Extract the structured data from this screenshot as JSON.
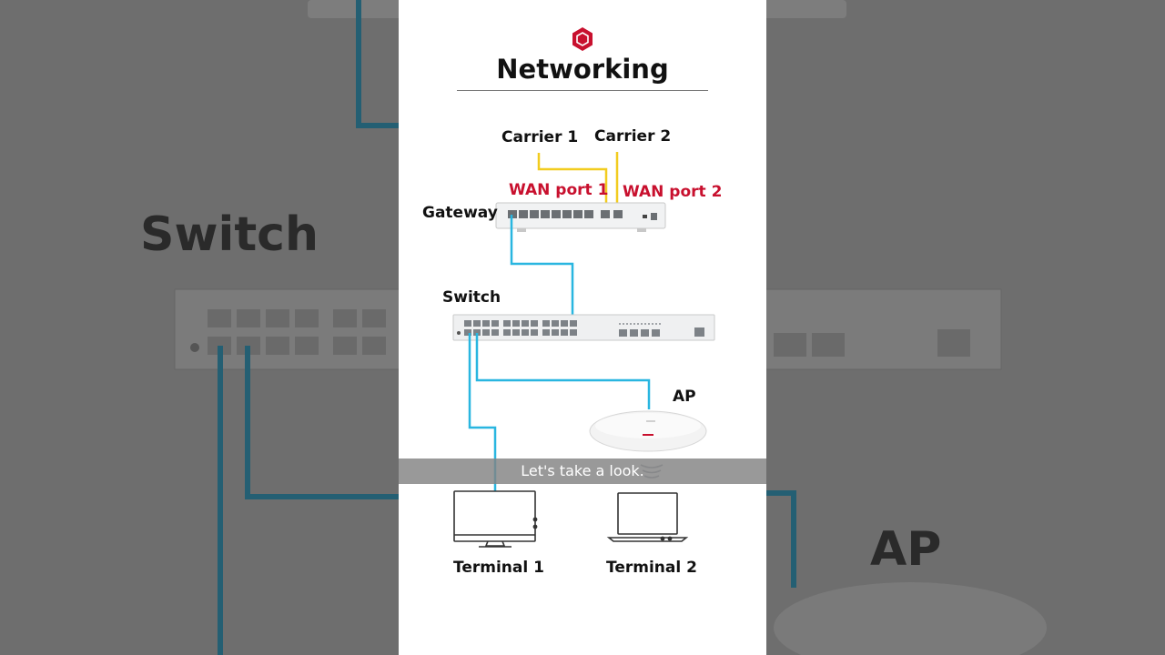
{
  "title": "Networking",
  "labels": {
    "carrier1": "Carrier 1",
    "carrier2": "Carrier 2",
    "wan1": "WAN port 1",
    "wan2": "WAN port 2",
    "gateway": "Gateway",
    "switch": "Switch",
    "ap": "AP",
    "terminal1": "Terminal 1",
    "terminal2": "Terminal 2"
  },
  "subtitle": "Let's take a look.",
  "background": {
    "switch_label": "Switch",
    "ap_label": "AP"
  },
  "colors": {
    "brand_red": "#c8102e",
    "carrier_link": "#f2cc1f",
    "lan_link": "#29b6e0"
  },
  "icons": {
    "logo": "hexagon-logo-icon",
    "monitor": "monitor-icon",
    "laptop": "laptop-icon",
    "wifi": "wifi-signal-icon"
  }
}
